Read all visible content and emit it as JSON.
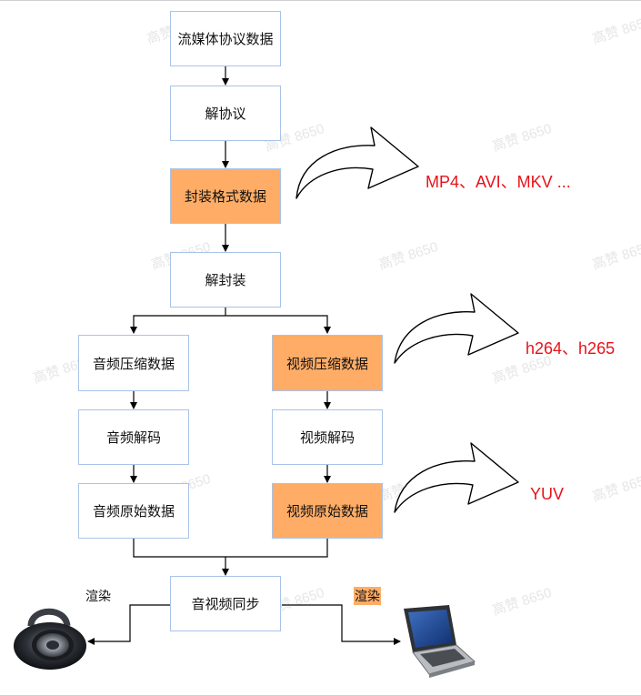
{
  "watermark": "高赞 8650",
  "nodes": {
    "stream_data": "流媒体协议数据",
    "deprotocol": "解协议",
    "container_data": "封装格式数据",
    "demux": "解封装",
    "audio_compressed": "音频压缩数据",
    "video_compressed": "视频压缩数据",
    "audio_decode": "音频解码",
    "video_decode": "视频解码",
    "audio_raw": "音频原始数据",
    "video_raw": "视频原始数据",
    "av_sync": "音视频同步"
  },
  "annotations": {
    "container_formats": "MP4、AVI、MKV ...",
    "video_codecs": "h264、h265",
    "raw_format": "YUV"
  },
  "render_labels": {
    "audio": "渲染",
    "video": "渲染"
  },
  "colors": {
    "highlight": "#ffad66",
    "box_border": "#a9c3e8",
    "annotation_text": "#e8121a"
  },
  "icons": {
    "audio_output": "speaker-icon",
    "video_output": "laptop-icon"
  }
}
